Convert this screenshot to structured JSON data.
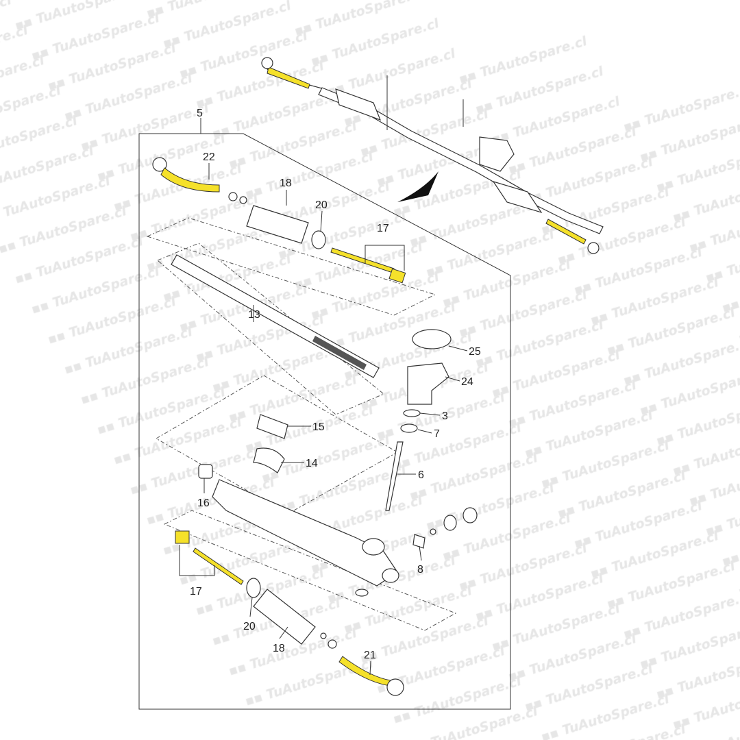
{
  "watermark": "TuAutoSpare.cl",
  "colors": {
    "highlight": "#f5e12a",
    "line": "#333333",
    "watermark": "#e6e6e6"
  },
  "assembly_label": "5",
  "callouts": {
    "tie_rod_end_upper": "22",
    "boot_upper": "18",
    "clamp_upper": "20",
    "inner_tie_rod_upper": "17",
    "rack": "13",
    "cover": "25",
    "housing_cap": "24",
    "snap_ring": "3",
    "bearing": "7",
    "bracket": "15",
    "bushing": "14",
    "pinion": "6",
    "rack_bushing": "16",
    "yoke": "8",
    "inner_tie_rod_lower": "17",
    "clamp_lower": "20",
    "boot_lower": "18",
    "tie_rod_end_lower": "21"
  }
}
